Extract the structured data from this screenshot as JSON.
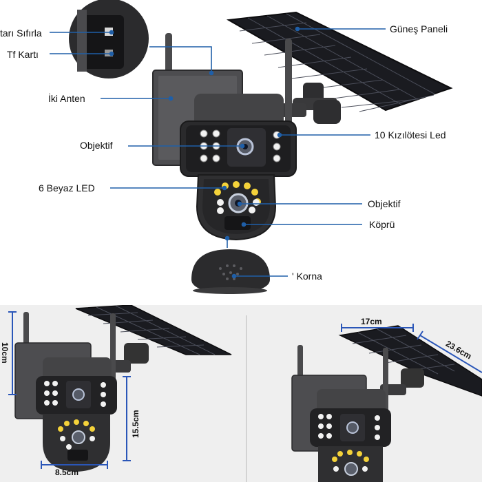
{
  "labels": {
    "reset": "tarı Sıfırla",
    "tf_card": "Tf Kartı",
    "antenna": "İki Anten",
    "lens_top": "Objektif",
    "white_led": "6 Beyaz LED",
    "solar_panel": "Güneş Paneli",
    "ir_led": "10 Kızılötesi Led",
    "lens_bottom": "Objektif",
    "bridge": "Köprü",
    "horn": "' Korna"
  },
  "dimensions": {
    "height_small": "10cm",
    "height_cam": "15.5cm",
    "width_cam": "8.5cm",
    "panel_width": "17cm",
    "panel_diag": "23.6cm"
  },
  "colors": {
    "leader": "#1f5fa8",
    "body": "#3a3a3c",
    "panel": "#1b1c22",
    "led_yellow": "#f4d23a",
    "led_white": "#f2f2f2",
    "dim_line": "#2a56b8"
  }
}
